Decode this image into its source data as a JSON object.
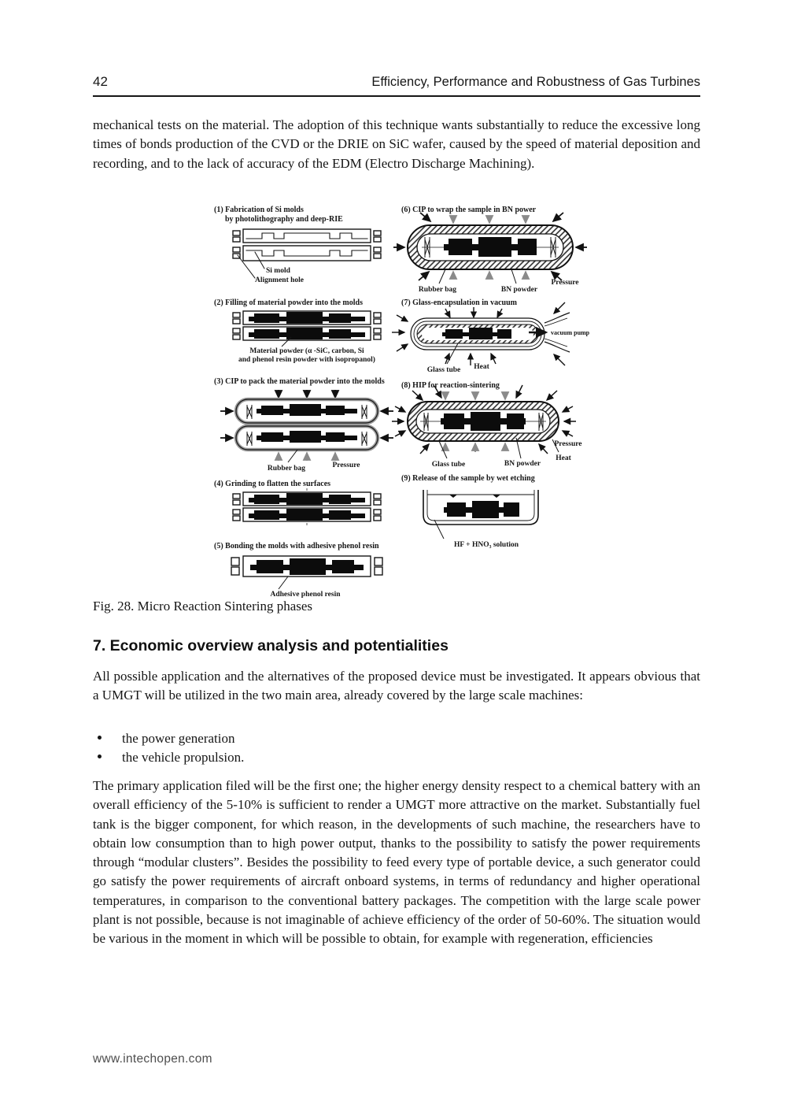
{
  "header": {
    "page_number": "42",
    "running_title": "Efficiency, Performance and Robustness of Gas Turbines"
  },
  "body": {
    "paragraph_1": "mechanical tests on the material. The adoption of this technique wants substantially to reduce the excessive long times of bonds production of  the CVD or the DRIE on SiC wafer, caused by the speed of material deposition and recording, and to the lack of accuracy of the EDM (Electro Discharge Machining).",
    "section_heading": "7. Economic overview analysis and potentialities",
    "paragraph_2": "All possible application and the alternatives of the proposed device must be investigated. It appears obvious that a UMGT will be utilized in the two main area, already covered by  the large scale machines:",
    "bullets": [
      "the power generation",
      "the vehicle propulsion."
    ],
    "paragraph_3": "The primary application filed will be the first one; the higher energy density respect to a chemical battery with an overall efficiency of the 5-10% is sufficient to render a UMGT more attractive on the market. Substantially fuel tank is the bigger component, for which reason, in the developments of such machine, the researchers have to obtain low consumption than to high power output, thanks to the possibility to satisfy the power requirements through “modular clusters”.  Besides the possibility to feed every type of portable device, a such generator could go satisfy the power requirements of aircraft onboard systems, in terms of redundancy and higher operational temperatures, in comparison to the conventional battery packages. The competition with the large scale power plant is not possible, because  is not imaginable of achieve efficiency of the order of 50-60%. The situation would be various in the moment in which will be possible to obtain, for example with regeneration, efficiencies"
  },
  "figure": {
    "caption": "Fig. 28. Micro Reaction Sintering phases",
    "steps": {
      "s1": {
        "title_line1": "(1) Fabrication of Si molds",
        "title_line2": "by photolithography and deep-RIE",
        "label_si_mold": "Si mold",
        "label_alignment_hole": "Alignment hole"
      },
      "s2": {
        "title": "(2) Filling of  material powder into the molds",
        "label_line1": "Material powder (α -SiC, carbon, Si",
        "label_line2": "and phenol resin powder with isopropanol)"
      },
      "s3": {
        "title": "(3) CIP to pack the material powder into the molds",
        "label_rubber_bag": "Rubber bag",
        "label_pressure": "Pressure"
      },
      "s4": {
        "title": "(4) Grinding to flatten the surfaces"
      },
      "s5": {
        "title": "(5) Bonding the molds with adhesive phenol resin",
        "label_adhesive": "Adhesive phenol resin"
      },
      "s6": {
        "title": "(6) CIP to wrap the sample in BN power",
        "label_rubber_bag": "Rubber bag",
        "label_bn_powder": "BN powder",
        "label_pressure": "Pressure"
      },
      "s7": {
        "title": "(7) Glass-encapsulation in vacuum",
        "label_glass_tube": "Glass tube",
        "label_heat": "Heat",
        "label_vacuum_pump": "vacuum pump"
      },
      "s8": {
        "title": "(8) HIP for reaction-sintering",
        "label_glass_tube": "Glass tube",
        "label_bn_powder": "BN powder",
        "label_heat": "Heat",
        "label_pressure": "Pressure"
      },
      "s9": {
        "title": "(9) Release of the sample by wet etching",
        "label_solution": "HF + HNO₃ solution"
      }
    }
  },
  "footer": {
    "url": "www.intechopen.com"
  }
}
